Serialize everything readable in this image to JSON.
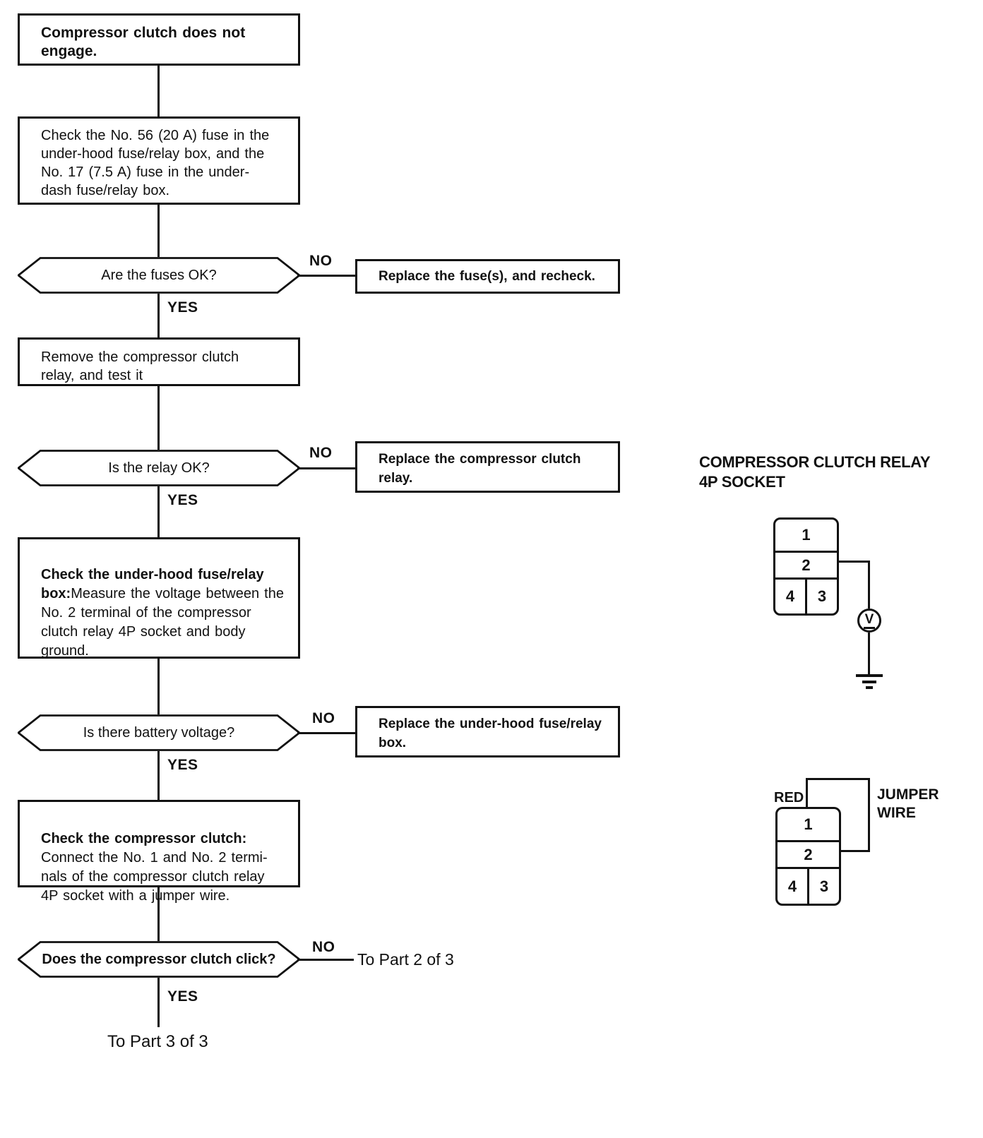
{
  "labels": {
    "yes": "YES",
    "no": "NO"
  },
  "nodes": {
    "start": "Compressor clutch does not\nengage.",
    "check_fuses": "Check the No. 56 (20 A) fuse in the\nunder-hood fuse/relay box, and the\nNo. 17 (7.5 A) fuse in the under-\ndash fuse/relay box.",
    "q_fuses_ok": "Are the fuses OK?",
    "replace_fuses": "Replace the fuse(s), and recheck.",
    "remove_relay": "Remove the compressor clutch\nrelay, and test it",
    "q_relay_ok": "Is the relay OK?",
    "replace_relay": "Replace the compressor clutch\nrelay.",
    "check_underhood_heading": "Check the under-hood fuse/relay\nbox:",
    "check_underhood_body": "Measure the voltage between the\nNo. 2 terminal of the compressor\nclutch relay 4P socket and body\nground.",
    "q_battery_voltage": "Is there battery voltage?",
    "replace_underhood": "Replace the under-hood fuse/relay\nbox.",
    "check_clutch_heading": "Check the compressor clutch:",
    "check_clutch_body": "Connect the No. 1 and No. 2 termi-\nnals of the compressor clutch relay\n4P socket with a jumper wire.",
    "q_clutch_click": "Does the compressor clutch click?",
    "to_part2": "To Part 2 of 3",
    "to_part3": "To Part 3 of 3"
  },
  "socket_diagram": {
    "title": "COMPRESSOR CLUTCH RELAY\n4P SOCKET",
    "terminals": [
      "1",
      "2",
      "4",
      "3"
    ],
    "voltmeter_symbol": "V",
    "red_label": "RED",
    "jumper_label": "JUMPER\nWIRE"
  },
  "colors": {
    "ink": "#111111",
    "paper": "#ffffff"
  }
}
